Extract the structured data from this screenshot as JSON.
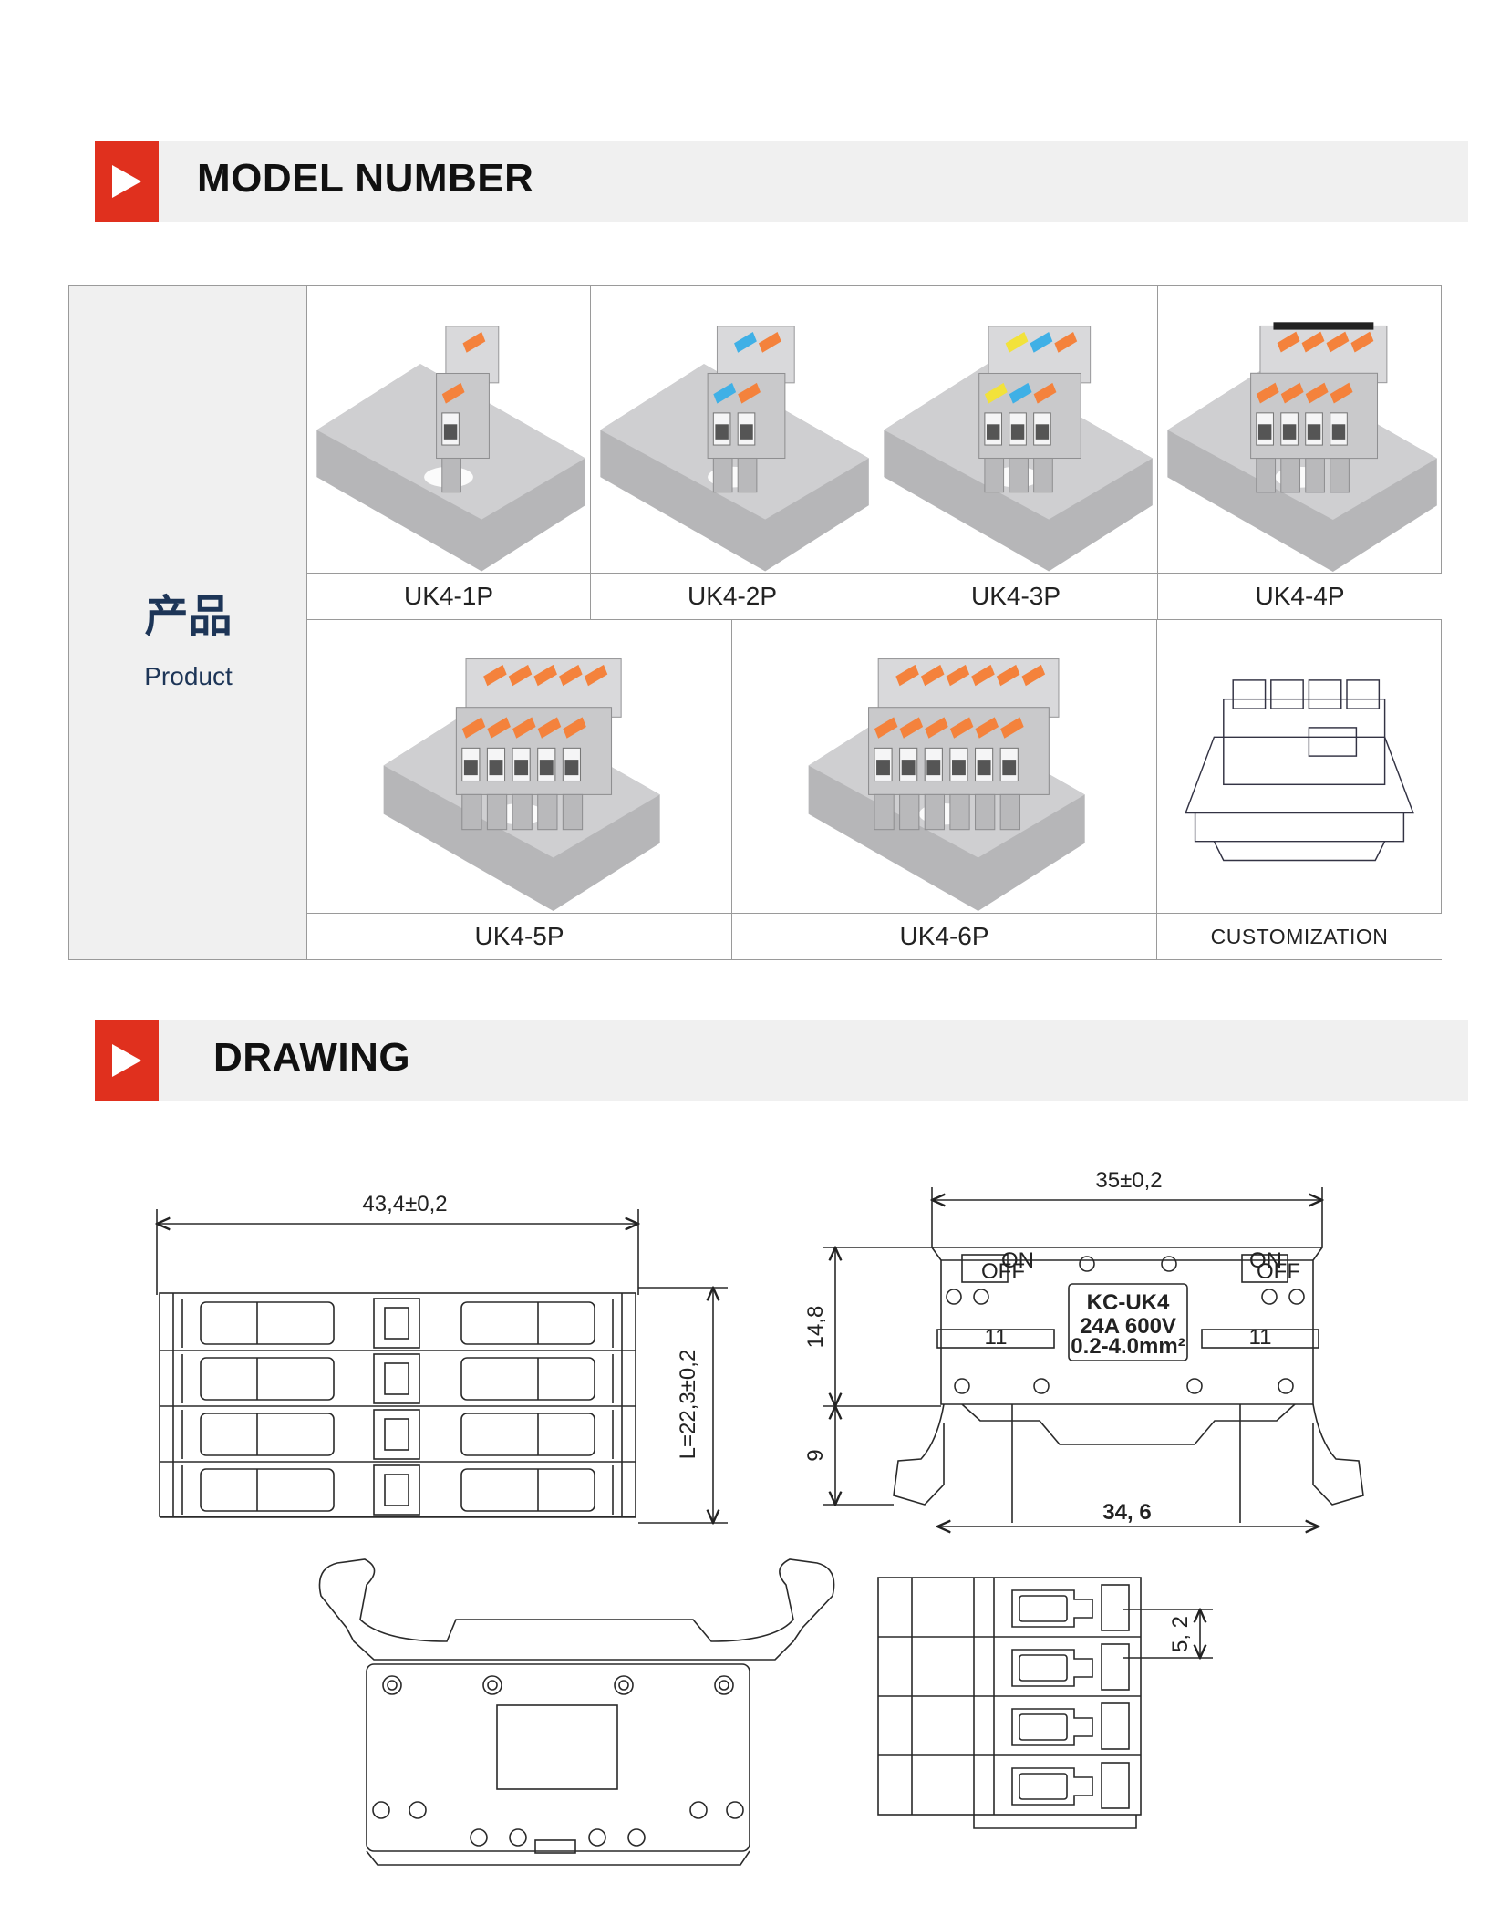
{
  "sections": {
    "model_number": "MODEL NUMBER",
    "drawing": "DRAWING"
  },
  "product_label": {
    "cn": "产品",
    "en": "Product"
  },
  "products": [
    {
      "model": "UK4-1P",
      "poles": 1,
      "lever_colors": [
        "#f4823c"
      ]
    },
    {
      "model": "UK4-2P",
      "poles": 2,
      "lever_colors": [
        "#3fb0e6",
        "#f4823c"
      ]
    },
    {
      "model": "UK4-3P",
      "poles": 3,
      "lever_colors": [
        "#f2e23a",
        "#3fb0e6",
        "#f4823c"
      ]
    },
    {
      "model": "UK4-4P",
      "poles": 4,
      "lever_colors": [
        "#f4823c",
        "#f4823c",
        "#f4823c",
        "#f4823c"
      ]
    },
    {
      "model": "UK4-5P",
      "poles": 5,
      "lever_colors": [
        "#f4823c",
        "#f4823c",
        "#f4823c",
        "#f4823c",
        "#f4823c"
      ]
    },
    {
      "model": "UK4-6P",
      "poles": 6,
      "lever_colors": [
        "#f4823c",
        "#f4823c",
        "#f4823c",
        "#f4823c",
        "#f4823c",
        "#f4823c"
      ]
    },
    {
      "model": "CUSTOMIZATION",
      "poles": 0,
      "lever_colors": []
    }
  ],
  "drawing_labels": {
    "top_width": "43,4±0,2",
    "top_length": "L=22,3±0,2",
    "front_width": "35±0,2",
    "front_height": "14,8",
    "rail_height": "9",
    "base_width": "34, 6",
    "pitch": "5, 2",
    "logo": "KC-UK4",
    "rating": "24A  600V",
    "wire": "0.2-4.0mm²",
    "on": "ON",
    "off": "OFF",
    "strip": "11"
  },
  "colors": {
    "accent": "#e0301e",
    "header_bg": "#f0f0f0",
    "label_text": "#1d3557",
    "body_grey": "#c9c9cb",
    "rail_grey": "#a9a9ab",
    "lever_orange": "#f4823c"
  }
}
